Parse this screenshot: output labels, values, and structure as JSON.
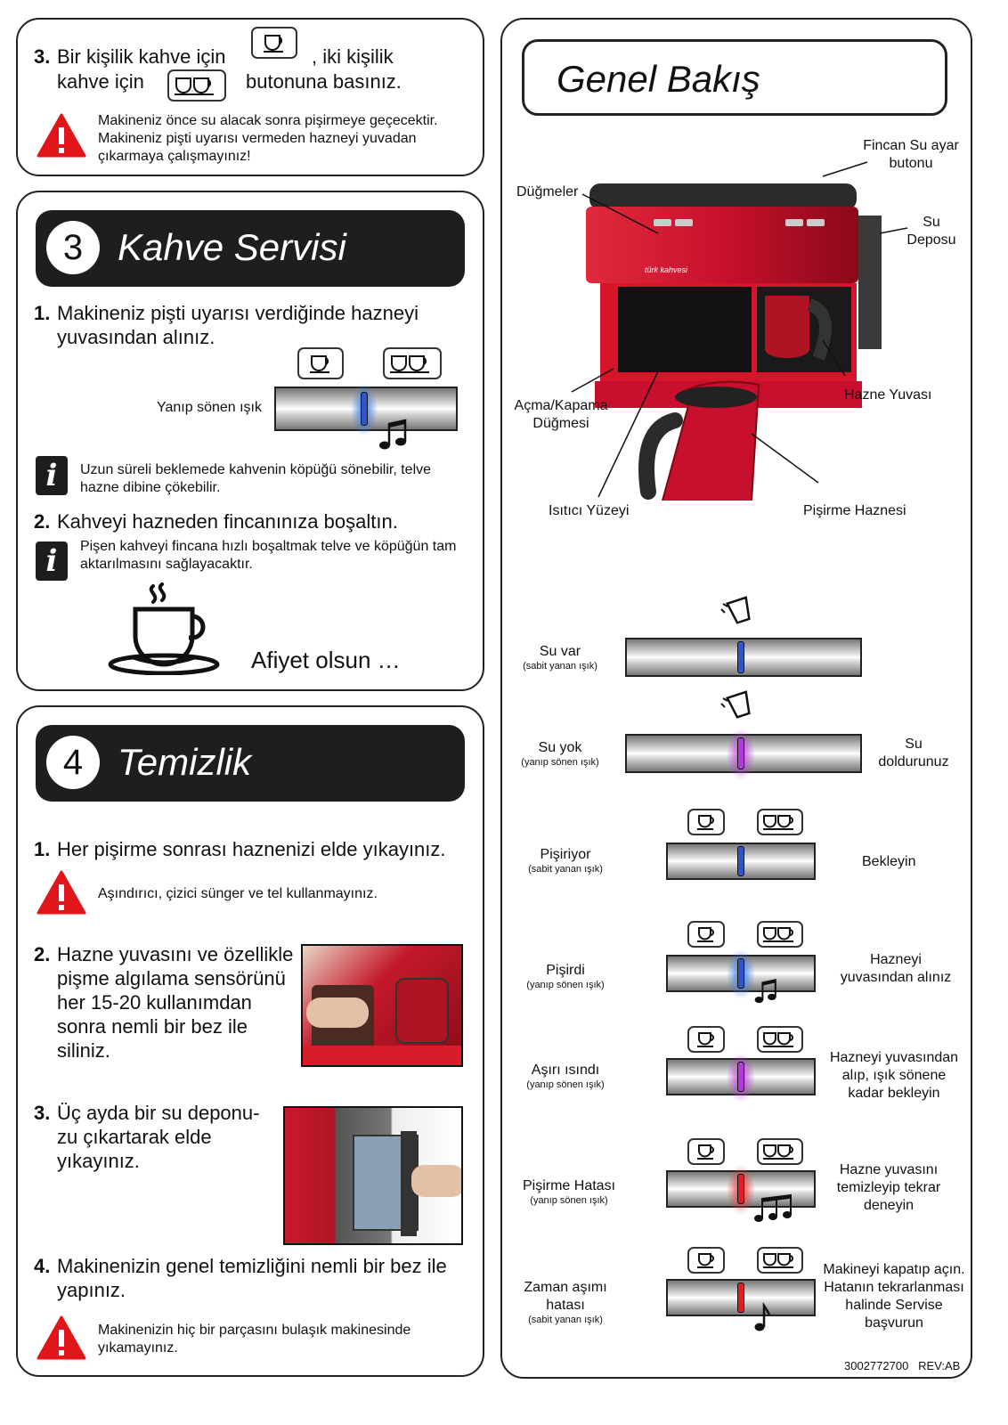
{
  "step3_top": {
    "num": "3.",
    "line1a": "Bir kişilik kahve için",
    "line1b": ", iki kişilik",
    "line2a": "kahve için",
    "line2b": "butonuna basınız.",
    "warning": "Makineniz önce su alacak sonra pişirmeye geçecektir. Makineniz pişti uyarısı vermeden hazneyi yuvadan çıkarmaya çalışmayınız!"
  },
  "kahve": {
    "number": "3",
    "title": "Kahve Servisi",
    "s1_num": "1.",
    "s1": "Makineniz pişti uyarısı verdiğinde hazneyi yuvasından alınız.",
    "light_label": "Yanıp sönen ışık",
    "info1": "Uzun süreli beklemede kahvenin köpüğü sönebilir, telve hazne dibine çökebilir.",
    "s2_num": "2.",
    "s2": "Kahveyi hazneden fincanınıza boşaltın.",
    "info2": "Pişen kahveyi fincana hızlı boşaltmak telve ve köpüğün tam aktarılmasını sağlayacaktır.",
    "enjoy": "Afiyet olsun …"
  },
  "temizlik": {
    "number": "4",
    "title": "Temizlik",
    "s1_num": "1.",
    "s1": "Her pişirme sonrası haznenizi elde yıkayınız.",
    "warn1": "Aşındırıcı, çizici sünger ve tel kullanmayınız.",
    "s2_num": "2.",
    "s2": "Hazne yuvasını ve özellikle pişme algılama sensörünü her 15-20 kullanımdan sonra nemli bir bez ile siliniz.",
    "s3_num": "3.",
    "s3": "Üç ayda bir su deponu-zu çıkartarak elde yıkayınız.",
    "s4_num": "4.",
    "s4": "Makinenizin genel temizliğini nemli bir bez ile yapınız.",
    "warn2": "Makinenizin hiç bir parçasını bulaşık makinesinde yıkamayınız."
  },
  "genel": {
    "title": "Genel Bakış",
    "labels": {
      "fincan": "Fincan Su ayar butonu",
      "dugmeler": "Düğmeler",
      "su_deposu": "Su Deposu",
      "hazne_yuvasi": "Hazne Yuvası",
      "acma": "Açma/Kapama Düğmesi",
      "isitici": "Isıtıcı Yüzeyi",
      "pisirme_haznesi": "Pişirme Haznesi",
      "brand": "türk kahvesi"
    }
  },
  "states": [
    {
      "name": "Su var",
      "sub": "(sabit yanan ışık)",
      "action": ""
    },
    {
      "name": "Su yok",
      "sub": "(yanıp sönen ışık)",
      "action": "Su doldurunuz"
    },
    {
      "name": "Pişiriyor",
      "sub": "(sabit yanan ışık)",
      "action": "Bekleyin"
    },
    {
      "name": "Pişirdi",
      "sub": "(yanıp sönen ışık)",
      "action": "Hazneyi yuvasından alınız"
    },
    {
      "name": "Aşırı ısındı",
      "sub": "(yanıp sönen ışık)",
      "action": "Hazneyi yuvasından alıp, ışık sönene kadar bekleyin"
    },
    {
      "name": "Pişirme Hatası",
      "sub": "(yanıp sönen ışık)",
      "action": "Hazne yuvasını temizleyip tekrar deneyin"
    },
    {
      "name": "Zaman aşımı hatası",
      "sub": "(sabit yanan ışık)",
      "action": "Makineyi kapatıp açın. Hatanın tekrarlanması halinde Servise başvurun"
    }
  ],
  "footer": "3002772700   REV:AB",
  "colors": {
    "blue": "#2f55c8",
    "purple": "#b23ad8",
    "red": "#e02020",
    "panel_dark": "#1e1e1e",
    "machine_red": "#c8102e"
  }
}
